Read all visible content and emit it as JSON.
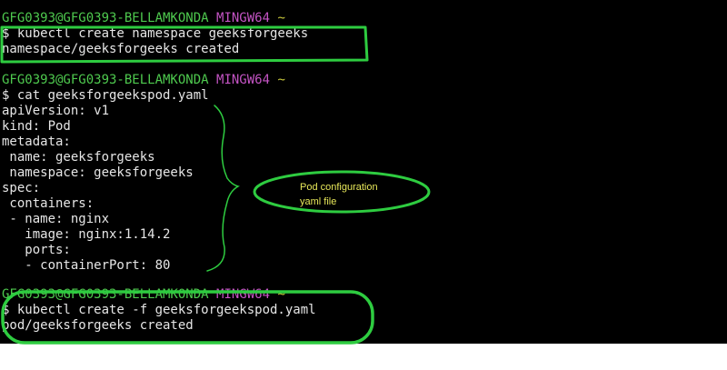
{
  "prompt": {
    "user": "GFG0393@GFG0393-BELLAMKONDA",
    "system": "MINGW64",
    "path": "~"
  },
  "lines": {
    "cmd1": "$ kubectl create namespace geeksforgeeks",
    "out1": "namespace/geeksforgeeks created",
    "cmd2": "$ cat geeksforgeekspod.yaml",
    "yaml": [
      "apiVersion: v1",
      "kind: Pod",
      "metadata:",
      " name: geeksforgeeks",
      " namespace: geeksforgeeks",
      "spec:",
      " containers:",
      " - name: nginx",
      "   image: nginx:1.14.2",
      "   ports:",
      "   - containerPort: 80"
    ],
    "cmd3": "$ kubectl create -f geeksforgeekspod.yaml",
    "out3": "pod/geeksforgeeks created"
  },
  "annotation": {
    "line1": "Pod configuration",
    "line2": "yaml  file"
  },
  "colors": {
    "terminal_bg": "#000000",
    "terminal_text": "#e6e6e6",
    "prompt_user": "#4ec94e",
    "prompt_system": "#c454c4",
    "prompt_path": "#c8c83c",
    "highlight": "#2ecc40",
    "annotation_text": "#e8e85a"
  }
}
